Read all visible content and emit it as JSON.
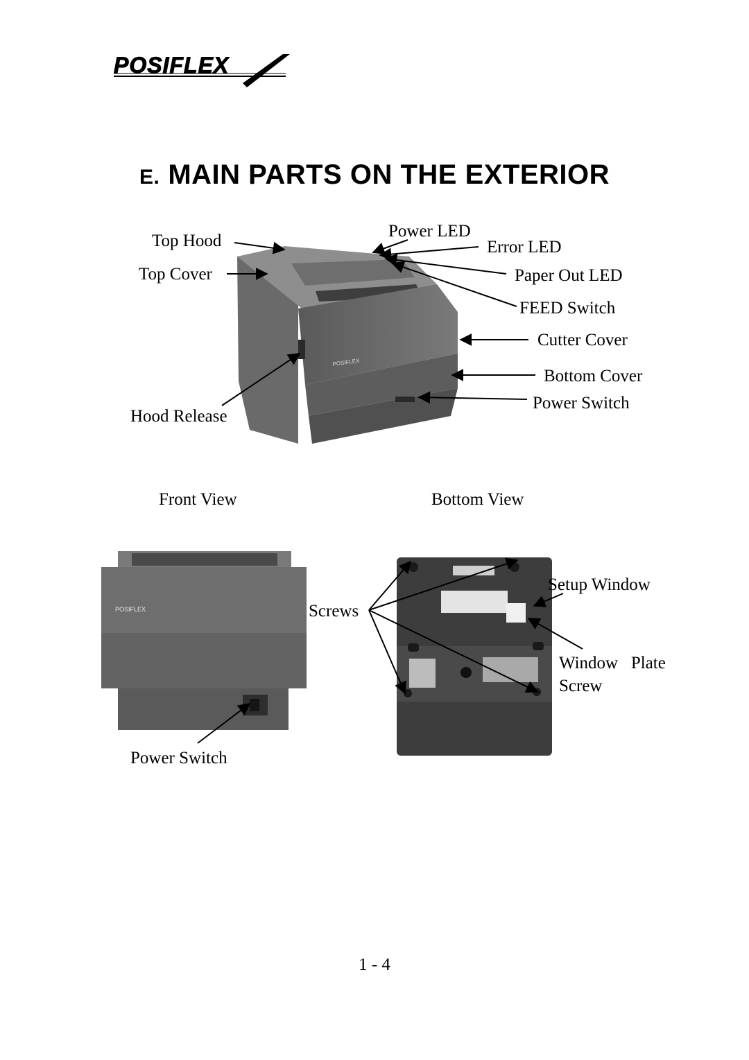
{
  "brand": {
    "logo_text": "POSIFLEX"
  },
  "heading": {
    "prefix": "E.",
    "title": "MAIN PARTS ON THE EXTERIOR"
  },
  "top_figure": {
    "labels": {
      "top_hood": "Top Hood",
      "top_cover": "Top Cover",
      "hood_release": "Hood Release",
      "power_led": "Power LED",
      "error_led": "Error LED",
      "paper_out_led": "Paper Out LED",
      "feed_switch": "FEED Switch",
      "cutter_cover": "Cutter Cover",
      "bottom_cover": "Bottom Cover",
      "power_switch": "Power Switch"
    }
  },
  "captions": {
    "front_view": "Front View",
    "bottom_view": "Bottom View"
  },
  "front_view": {
    "labels": {
      "power_switch": "Power Switch"
    }
  },
  "bottom_view": {
    "labels": {
      "screws": "Screws",
      "setup_window": "Setup Window",
      "window_plate": "Window   Plate",
      "screw": "Screw"
    }
  },
  "footer": {
    "page_number": "1 - 4"
  }
}
